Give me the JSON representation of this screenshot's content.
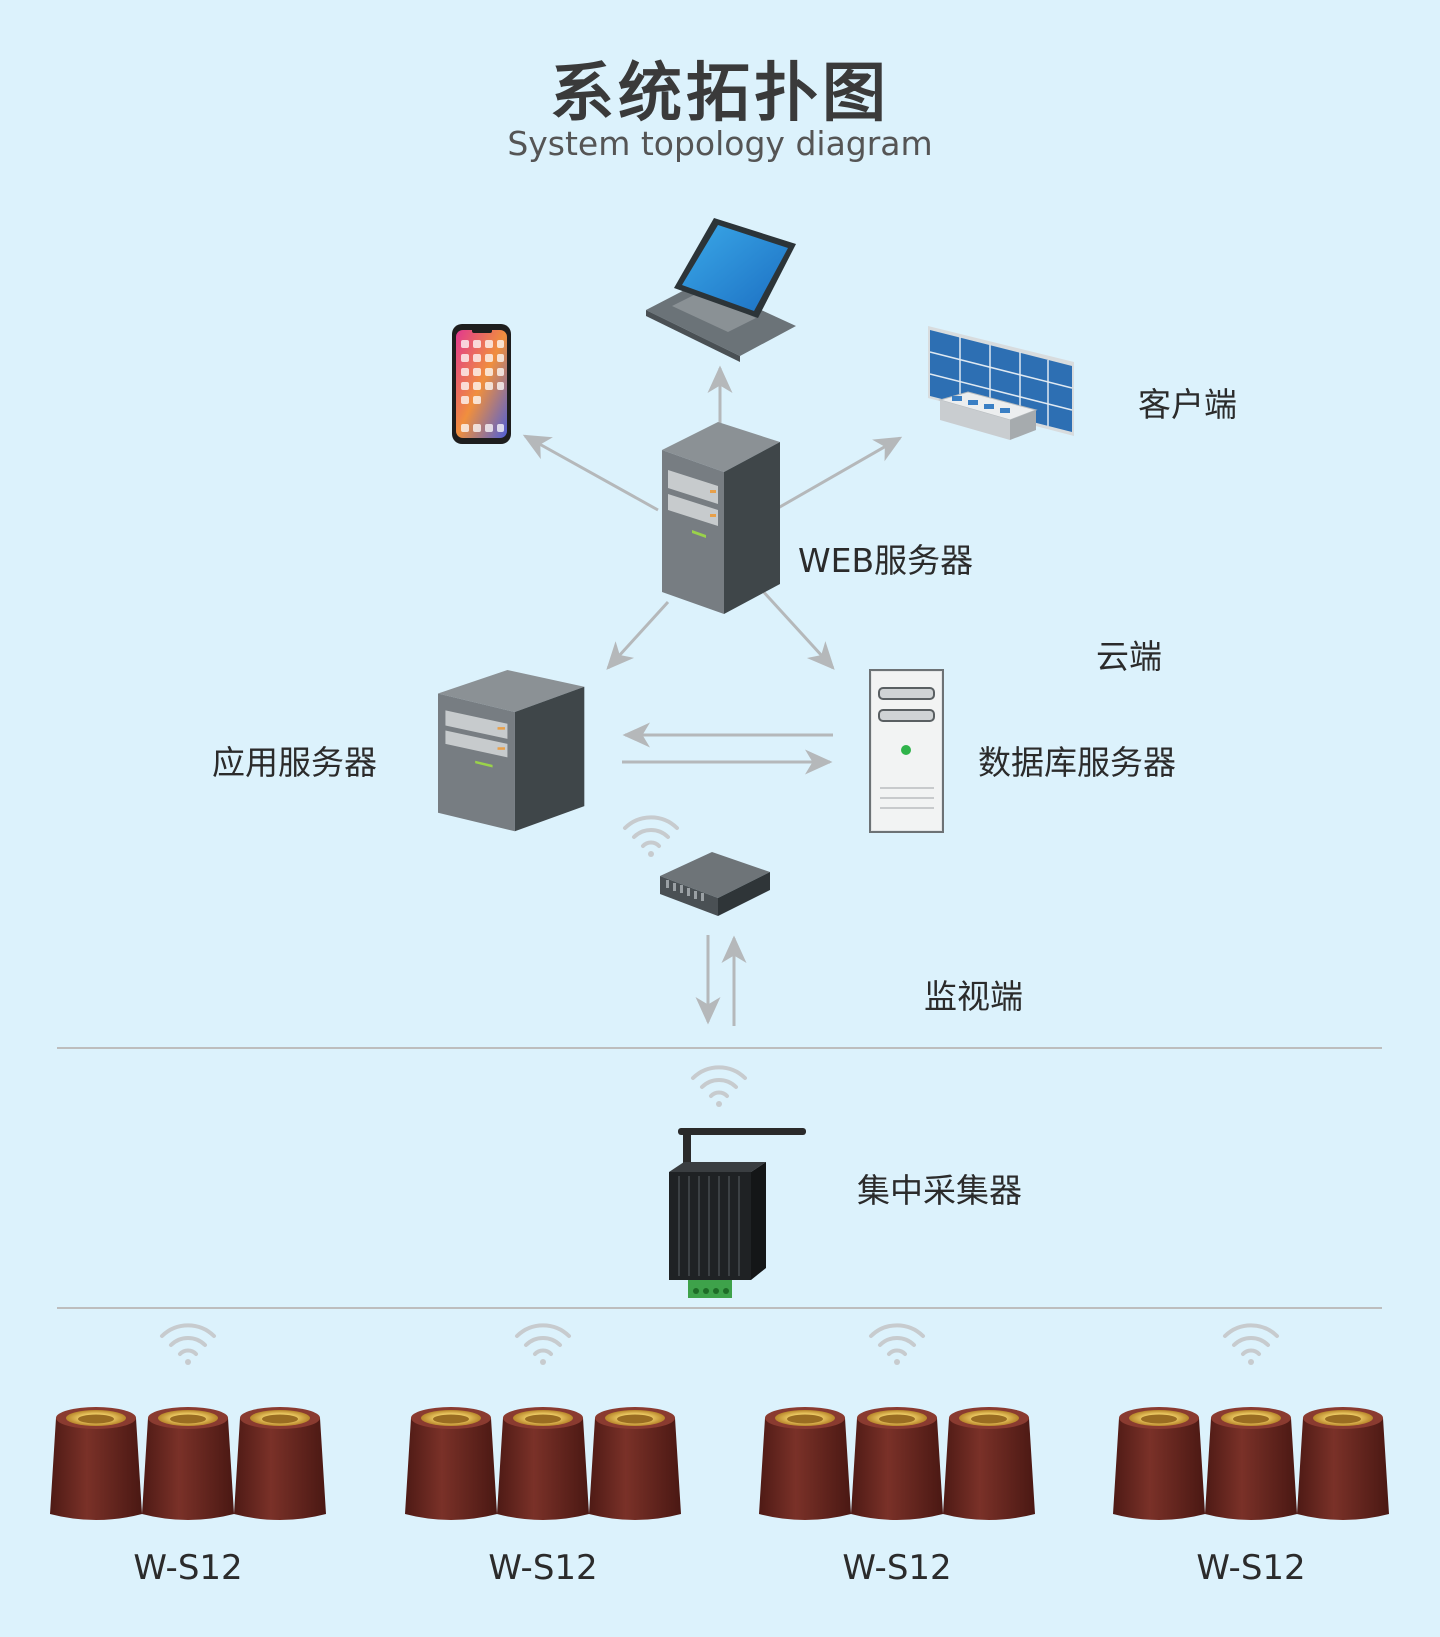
{
  "title": "系统拓扑图",
  "subtitle": "System topology diagram",
  "labels": {
    "client": "客户端",
    "web_server": "WEB服务器",
    "cloud": "云端",
    "app_server": "应用服务器",
    "db_server": "数据库服务器",
    "monitor": "监视端",
    "collector": "集中采集器"
  },
  "sensor_groups": [
    {
      "label": "W-S12"
    },
    {
      "label": "W-S12"
    },
    {
      "label": "W-S12"
    },
    {
      "label": "W-S12"
    }
  ],
  "colors": {
    "background": "#dcf2fc",
    "arrow": "#b5b8ba",
    "divider": "#bdbdbd",
    "sensor_body": "#6e2a22",
    "sensor_top": "#d9a93a"
  }
}
